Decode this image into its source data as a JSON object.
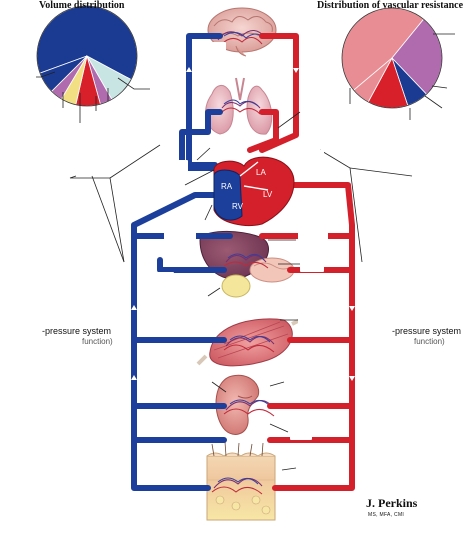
{
  "titles": {
    "volume": "Volume distribution",
    "resistance": "Distribution of vascular resistance"
  },
  "systems": {
    "left_line1": "-pressure system",
    "left_line2": "function)",
    "right_line1": "-pressure system",
    "right_line2": "function)"
  },
  "credit": {
    "name": "J. Perkins",
    "degrees": "MS, MFA, CMI"
  },
  "heart_labels": {
    "ra": "RA",
    "la": "LA",
    "rv": "RV",
    "lv": "LV"
  },
  "colors": {
    "artery": "#d4202a",
    "vein": "#1c3f9b",
    "pie_blue": "#1b3b93",
    "pie_pink": "#e98d94",
    "pie_purple": "#b06aae",
    "pie_red": "#d8202b",
    "pie_teal": "#c8e4e3",
    "pie_yellow": "#f2df84"
  },
  "chart_data": [
    {
      "type": "pie",
      "title": "Volume distribution",
      "values": [
        64,
        9,
        4,
        8,
        5,
        4,
        7
      ]
    },
    {
      "type": "pie",
      "title": "Distribution of vascular resistance",
      "values": [
        47,
        27,
        7,
        13,
        6
      ]
    }
  ]
}
